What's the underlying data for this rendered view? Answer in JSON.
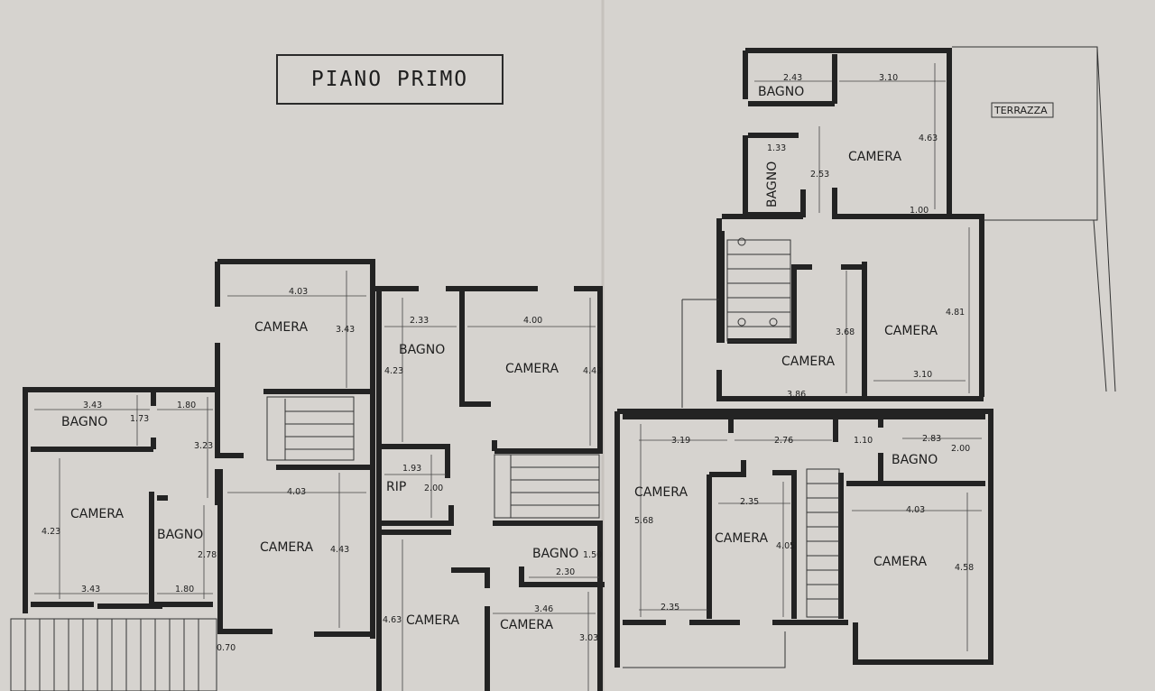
{
  "title": "PIANO PRIMO",
  "rooms": {
    "terrazza": "TERRAZZA",
    "bagno_top": "BAGNO",
    "bagno_vert": "BAGNO",
    "camera_ne1": "CAMERA",
    "camera_ne2": "CAMERA",
    "camera_ne3": "CAMERA",
    "camera_w_top": "CAMERA",
    "bagno_w": "BAGNO",
    "camera_w_left": "CAMERA",
    "bagno_w2": "BAGNO",
    "camera_w_mid": "CAMERA",
    "bagno_c": "BAGNO",
    "camera_c": "CAMERA",
    "rip": "RIP",
    "bagno_c2": "BAGNO",
    "camera_c_bl": "CAMERA",
    "camera_c_br": "CAMERA",
    "camera_e1": "CAMERA",
    "camera_e2": "CAMERA",
    "bagno_e": "BAGNO",
    "camera_e3": "CAMERA"
  },
  "dims": {
    "d243": "2.43",
    "d310a": "3.10",
    "d463a": "4.63",
    "d133": "1.33",
    "d253": "2.53",
    "d100": "1.00",
    "d481": "4.81",
    "d368": "3.68",
    "d310b": "3.10",
    "d386": "3.86",
    "d403a": "4.03",
    "d343a": "3.43",
    "d343b": "3.43",
    "d180a": "1.80",
    "d173": "1.73",
    "d323": "3.23",
    "d423a": "4.23",
    "d278": "2.78",
    "d343c": "3.43",
    "d180b": "1.80",
    "d403b": "4.03",
    "d443a": "4.43",
    "d070": "0.70",
    "d233": "2.33",
    "d400": "4.00",
    "d423b": "4.23",
    "d443b": "4.43",
    "d193": "1.93",
    "d200a": "2.00",
    "d150": "1.50",
    "d230": "2.30",
    "d346": "3.46",
    "d463b": "4.63",
    "d303": "3.03",
    "d319": "3.19",
    "d276": "2.76",
    "d110": "1.10",
    "d283": "2.83",
    "d200b": "2.00",
    "d568": "5.68",
    "d235a": "2.35",
    "d405": "4.05",
    "d403c": "4.03",
    "d458": "4.58",
    "d235b": "2.35"
  }
}
